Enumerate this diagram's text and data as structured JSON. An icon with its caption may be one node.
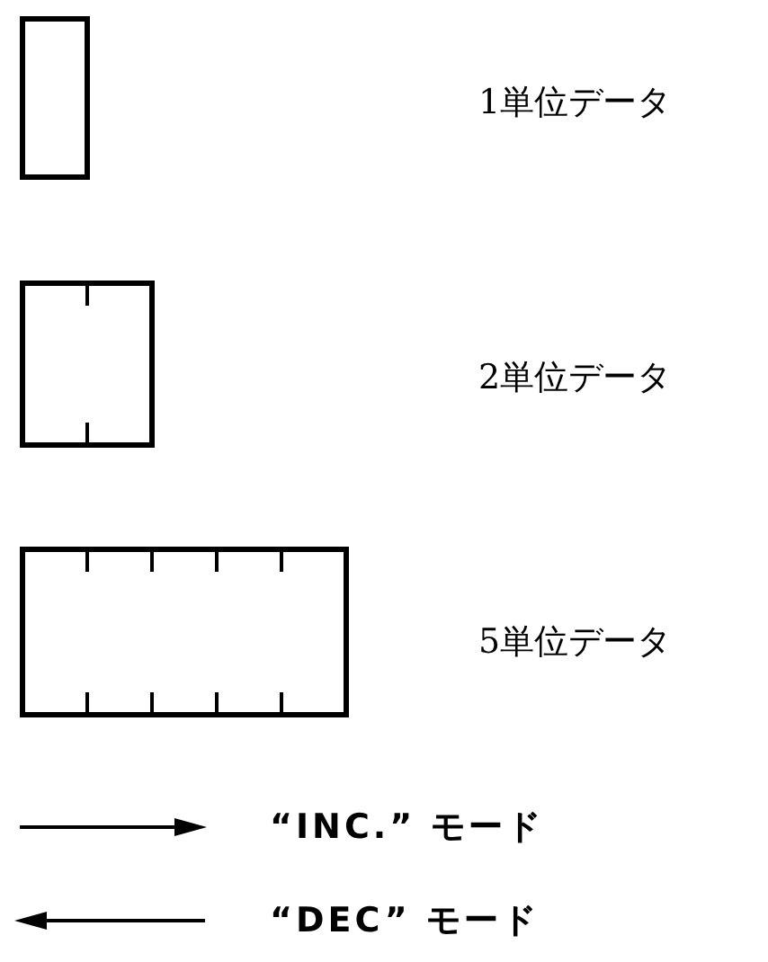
{
  "diagram": {
    "legend": [
      {
        "text": "1単位データ"
      },
      {
        "text": "2単位データ"
      },
      {
        "text": "5単位データ"
      },
      {
        "text": "“INC.” モード"
      },
      {
        "text": "“DEC” モード"
      }
    ]
  }
}
